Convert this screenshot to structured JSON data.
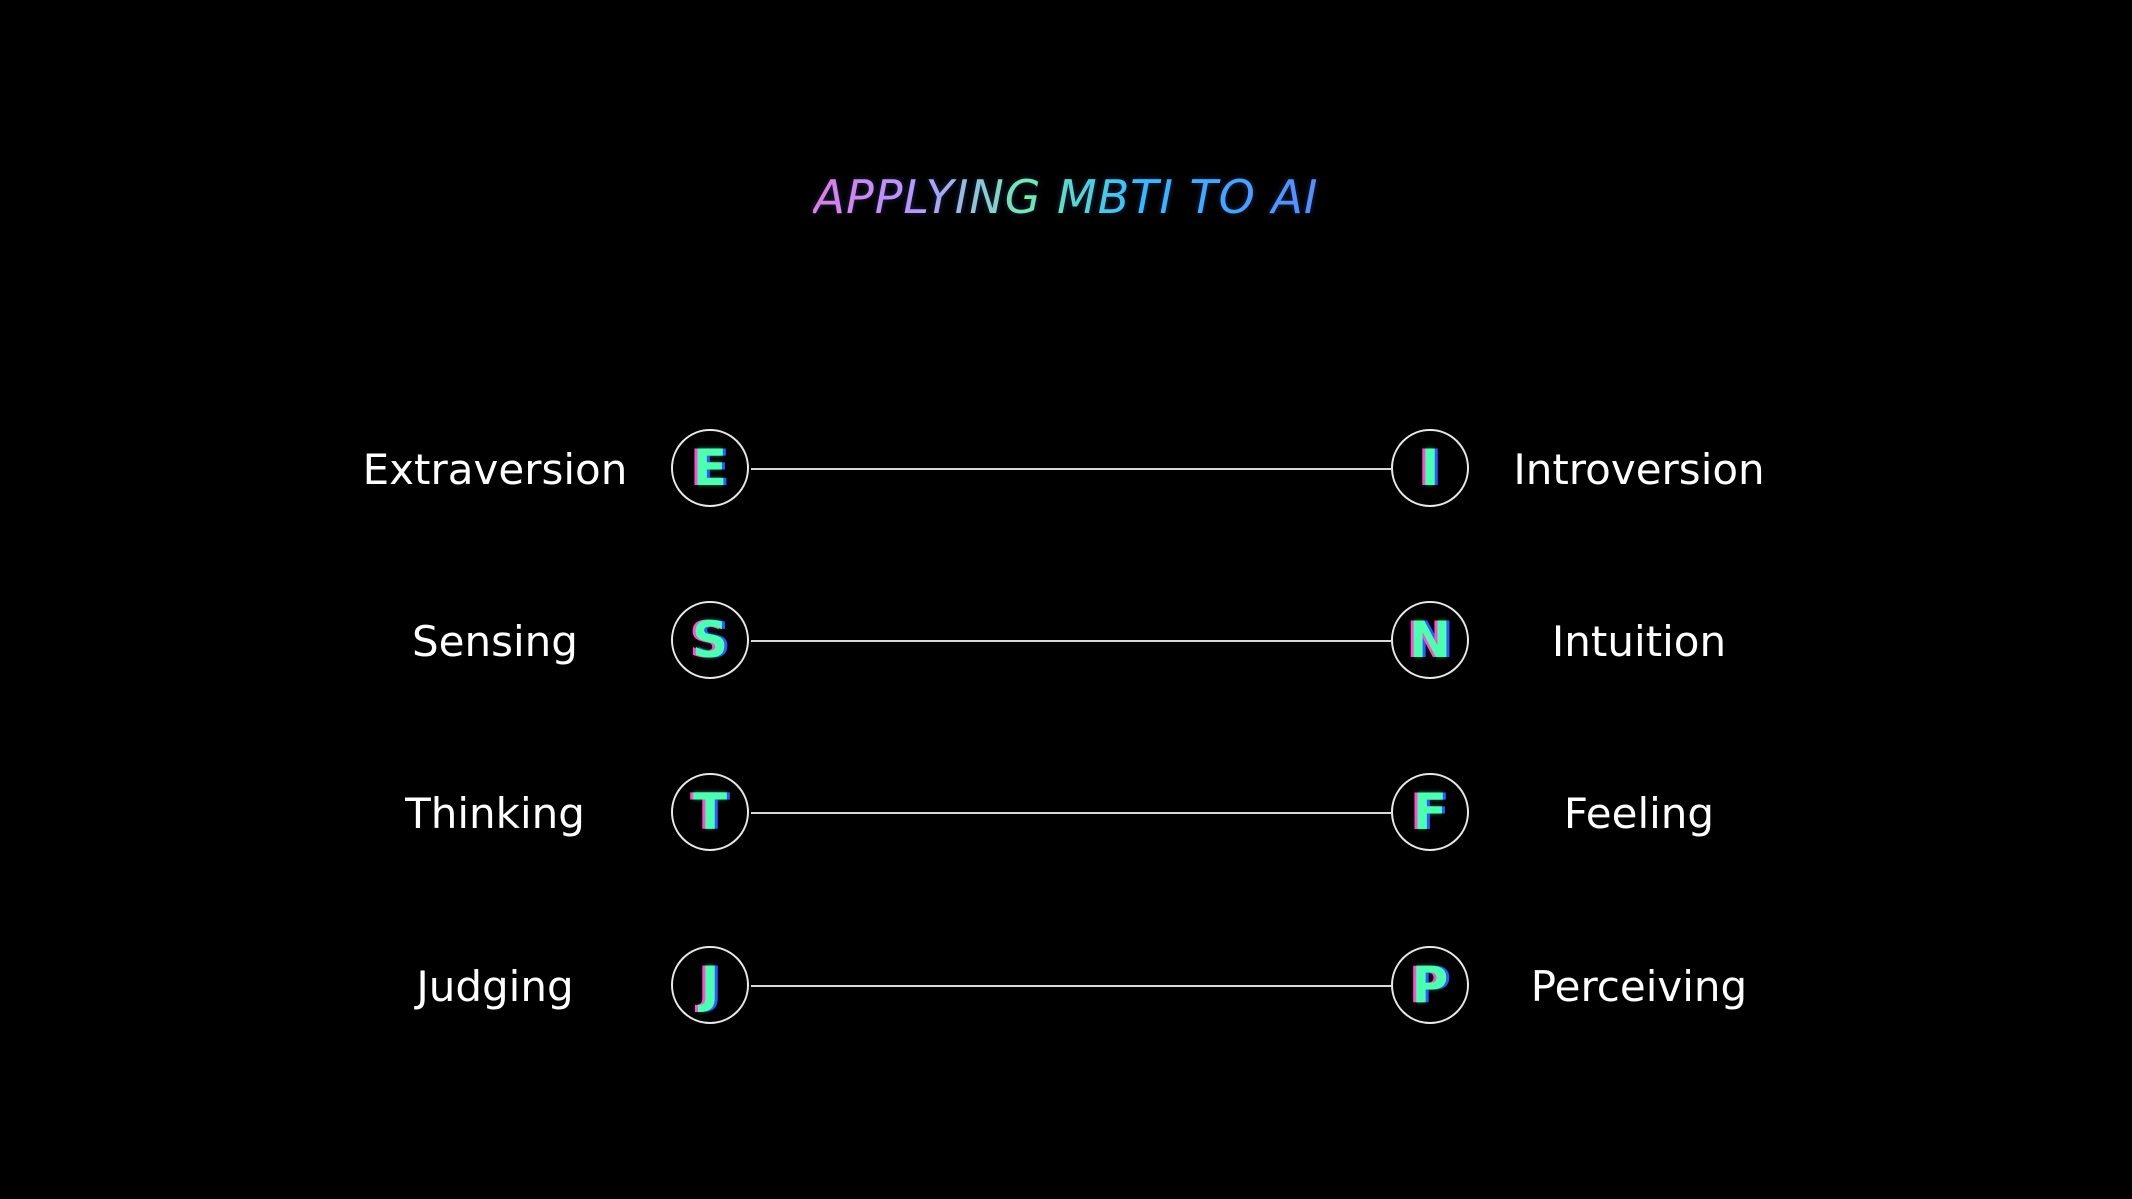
{
  "title": "APPLYING MBTI TO AI",
  "dichotomies": [
    {
      "left_label": "Extraversion",
      "left_letter": "E",
      "right_letter": "I",
      "right_label": "Introversion"
    },
    {
      "left_label": "Sensing",
      "left_letter": "S",
      "right_letter": "N",
      "right_label": "Intuition"
    },
    {
      "left_label": "Thinking",
      "left_letter": "T",
      "right_letter": "F",
      "right_label": "Feeling"
    },
    {
      "left_label": "Judging",
      "left_letter": "J",
      "right_letter": "P",
      "right_label": "Perceiving"
    }
  ],
  "colors": {
    "background": "#000000",
    "text": "#ffffff",
    "line": "#d8d8d8",
    "letter_primary": "#4dffb0",
    "letter_accent_pink": "#ff4fd0",
    "letter_accent_blue": "#2a5cff"
  }
}
